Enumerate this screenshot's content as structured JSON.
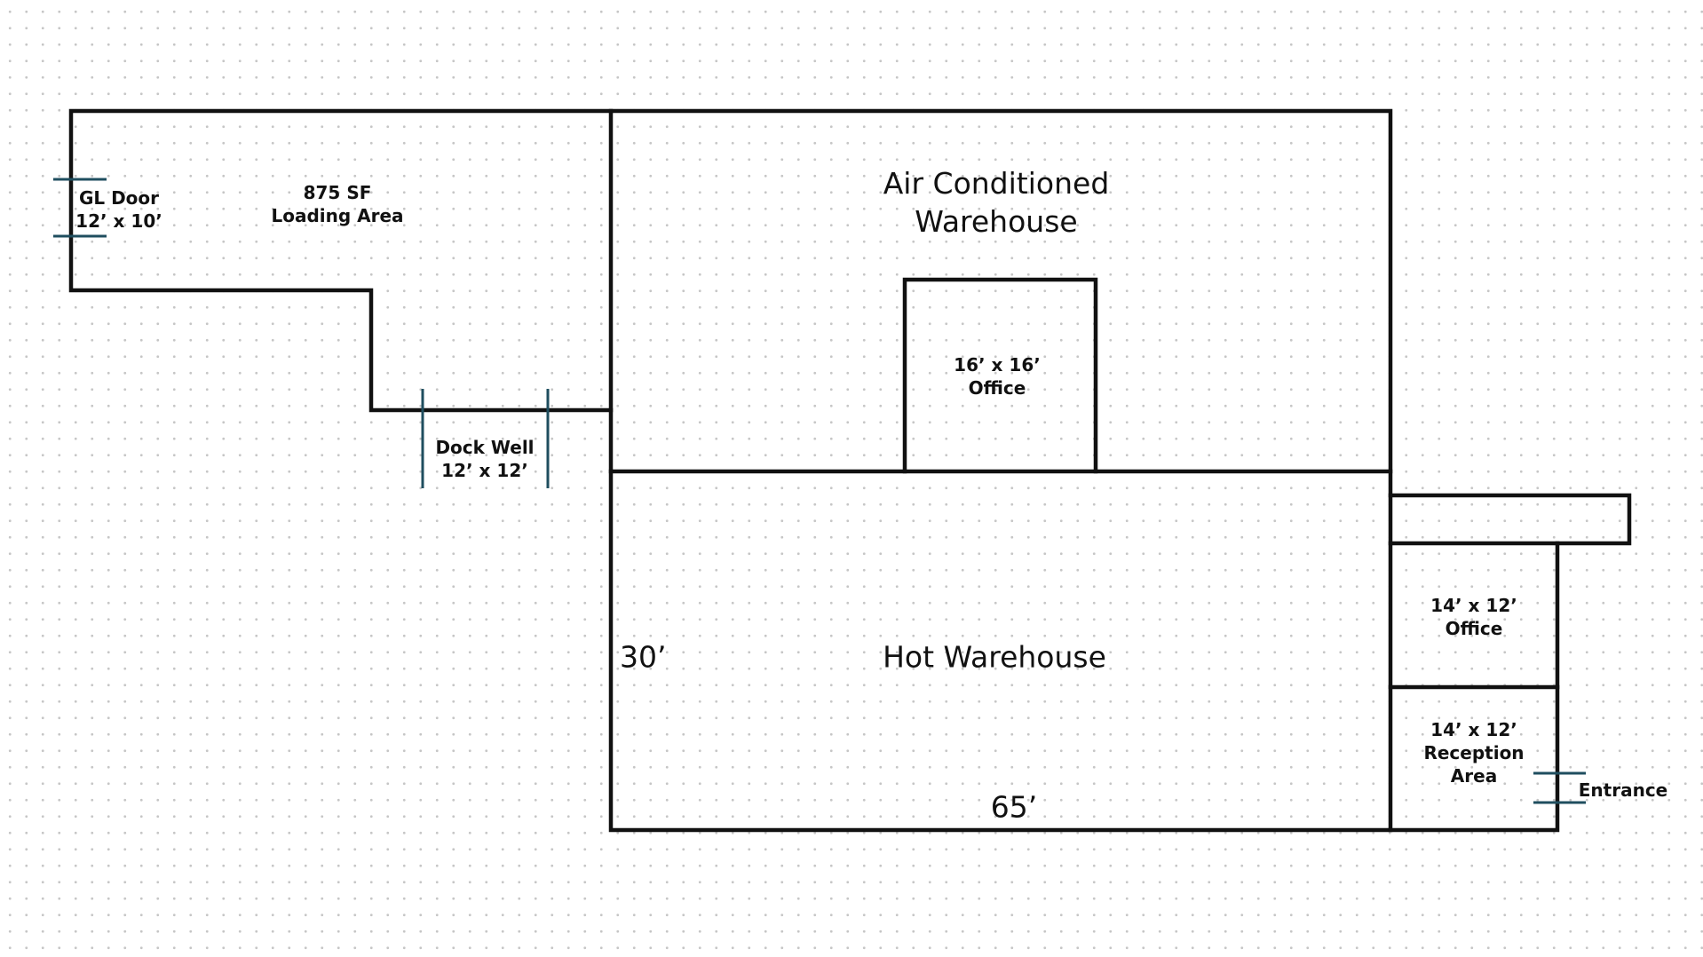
{
  "labels": {
    "gl_door": {
      "line1": "GL Door",
      "line2": "12’ x 10’"
    },
    "loading_area": {
      "line1": "875 SF",
      "line2": "Loading Area"
    },
    "dock_well": {
      "line1": "Dock Well",
      "line2": "12’ x 12’"
    },
    "ac_warehouse": {
      "line1": "Air Conditioned",
      "line2": "Warehouse"
    },
    "center_office": {
      "line1": "16’ x 16’",
      "line2": "Office"
    },
    "hot_warehouse": "Hot Warehouse",
    "dim_depth": "30’",
    "dim_width": "65’",
    "right_office": {
      "line1": "14’ x 12’",
      "line2": "Office"
    },
    "reception": {
      "line1": "14’ x 12’",
      "line2": "Reception",
      "line3": "Area"
    },
    "entrance": "Entrance"
  },
  "colors": {
    "wall": "#111111",
    "door_marker": "#1f4e5f",
    "grid_dot": "#c6c6c6",
    "background": "#ffffff"
  }
}
